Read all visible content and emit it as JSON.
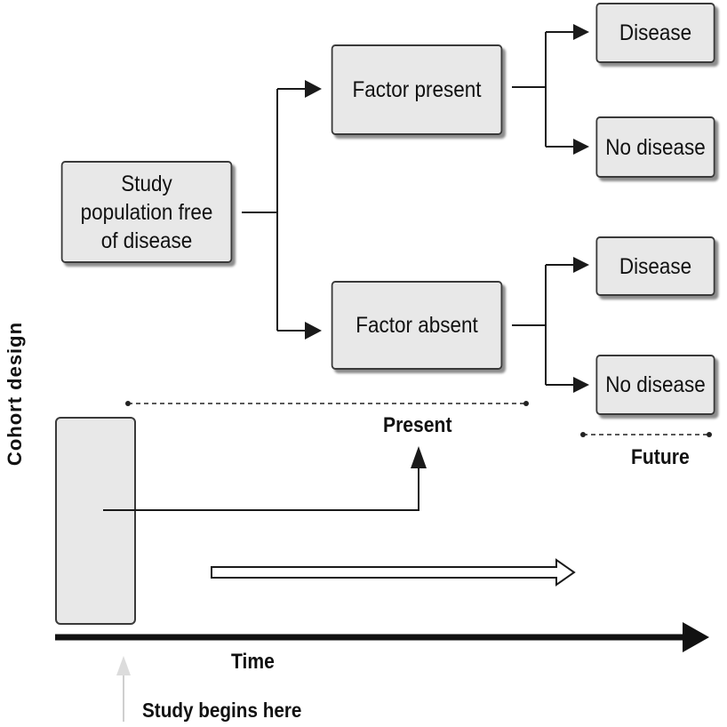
{
  "nodes": {
    "population": "Study population free of disease",
    "factor_present": "Factor present",
    "factor_absent": "Factor absent",
    "present_disease": "Disease",
    "present_no_disease": "No disease",
    "absent_disease": "Disease",
    "absent_no_disease": "No disease"
  },
  "labels": {
    "side_title": "Cohort design",
    "present": "Present",
    "future": "Future",
    "time": "Time",
    "study_begins": "Study begins here"
  }
}
